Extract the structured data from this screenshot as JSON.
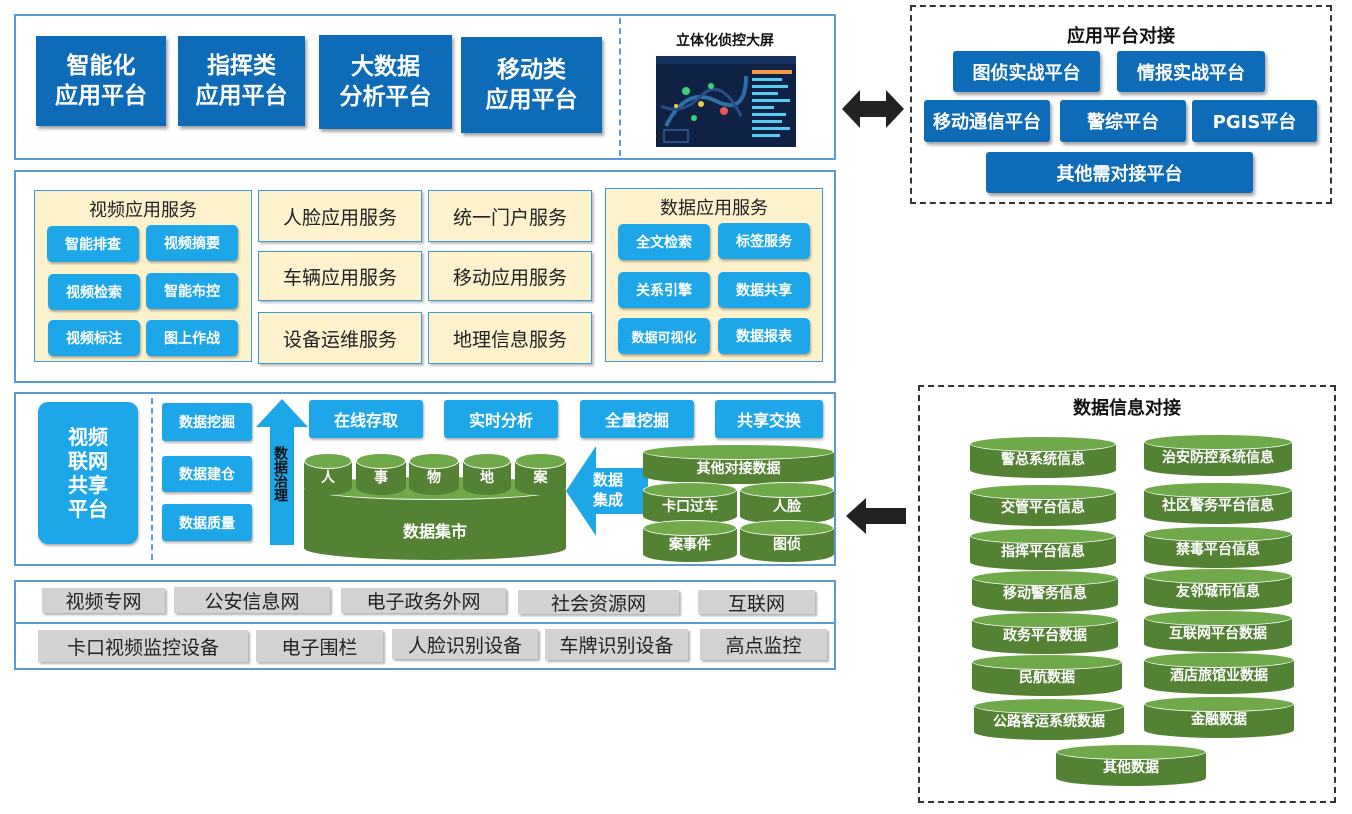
{
  "top_platforms": [
    "智能化\n应用平台",
    "指挥类\n应用平台",
    "大数据\n分析平台",
    "移动类\n应用平台"
  ],
  "screen": {
    "title": "立体化侦控大屏"
  },
  "video_services": {
    "title": "视频应用服务",
    "items": [
      "智能排查",
      "视频摘要",
      "视频检索",
      "智能布控",
      "视频标注",
      "图上作战"
    ]
  },
  "middle_services": [
    "人脸应用服务",
    "统一门户服务",
    "车辆应用服务",
    "移动应用服务",
    "设备运维服务",
    "地理信息服务"
  ],
  "data_services": {
    "title": "数据应用服务",
    "items": [
      "全文检索",
      "标签服务",
      "关系引擎",
      "数据共享",
      "数据可视化",
      "数据报表"
    ]
  },
  "video_network_platform": "视频\n联网\n共享\n平台",
  "data_ops": [
    "数据挖掘",
    "数据建仓",
    "数据质量"
  ],
  "governance": "数据治理",
  "top_funcs": [
    "在线存取",
    "实时分析",
    "全量挖掘",
    "共享交换"
  ],
  "mart_tabs": [
    "人",
    "事",
    "物",
    "地",
    "案"
  ],
  "data_mart": "数据集市",
  "integration": "数据\n集成",
  "sources": [
    "其他对接数据",
    "卡口过车",
    "人脸",
    "案事件",
    "图侦"
  ],
  "networks": [
    "视频专网",
    "公安信息网",
    "电子政务外网",
    "社会资源网",
    "互联网"
  ],
  "devices": [
    "卡口视频监控设备",
    "电子围栏",
    "人脸识别设备",
    "车牌识别设备",
    "高点监控"
  ],
  "app_platform_dock": {
    "title": "应用平台对接",
    "items": [
      "图侦实战平台",
      "情报实战平台",
      "移动通信平台",
      "警综平台",
      "PGIS平台",
      "其他需对接平台"
    ]
  },
  "data_info_dock": {
    "title": "数据信息对接",
    "items": [
      "警总系统信息",
      "治安防控系统信息",
      "交管平台信息",
      "社区警务平台信息",
      "指挥平台信息",
      "禁毒平台信息",
      "移动警务信息",
      "友邻城市信息",
      "政务平台数据",
      "互联网平台数据",
      "民航数据",
      "酒店旅馆业数据",
      "公路客运系统数据",
      "金融数据",
      "其他数据"
    ]
  },
  "colors": {
    "primary_blue": "#0e6bb8",
    "cyan": "#1ea7e8",
    "cream": "#fdf2cc",
    "green": "#548235",
    "gray": "#d2d2d2"
  }
}
